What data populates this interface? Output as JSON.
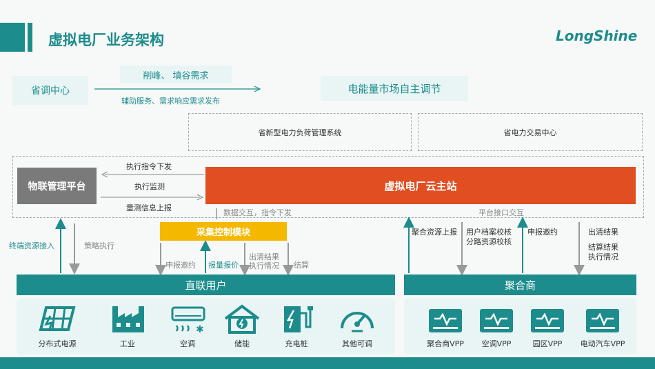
{
  "header": {
    "title": "虚拟电厂业务架构",
    "logo_text": "LongShine"
  },
  "top": {
    "province_center": "省调中心",
    "peak_label": "削峰、 填谷需求",
    "aux_label": "辅助服务、需求响应需求发布",
    "market_label": "电能量市场自主调节",
    "load_system": "省新型电力负荷管理系统",
    "trading_center": "省电力交易中心"
  },
  "mid": {
    "iot_platform": "物联管理平台",
    "cmd_issue": "执行指令下发",
    "exec_monitor": "执行监测",
    "measure_report": "量测信息上报",
    "vpp_master": "虚拟电厂云主站",
    "data_exchange": "数据交互，指令下发",
    "platform_interface": "平台接口交互"
  },
  "flows": {
    "terminal_access": "终端资源接入",
    "strategy_exec": "策略执行",
    "collect_module": "采集控制模块",
    "declare_invite_left": "申报邀约",
    "quote_price": "报量报价",
    "clear_result_left": "出清结果",
    "exec_status_left": "执行情况",
    "settlement": "结算",
    "agg_report": "聚合资源上报",
    "user_file_check": "用户档案校核",
    "branch_check": "分路资源校核",
    "declare_invite_right": "申报邀约",
    "clear_result_right": "出清结果",
    "settle_result": "结算结果",
    "exec_status_right": "执行情况"
  },
  "direct_users": {
    "title": "直联用户",
    "items": [
      {
        "label": "分布式电源",
        "icon": "solar-panel-icon"
      },
      {
        "label": "工业",
        "icon": "factory-icon"
      },
      {
        "label": "空调",
        "icon": "air-conditioner-icon"
      },
      {
        "label": "储能",
        "icon": "energy-storage-icon"
      },
      {
        "label": "充电桩",
        "icon": "charging-pile-icon"
      },
      {
        "label": "其他可调",
        "icon": "gauge-icon"
      }
    ]
  },
  "aggregators": {
    "title": "聚合商",
    "items": [
      {
        "label": "聚合商VPP",
        "icon": "server-icon"
      },
      {
        "label": "空调VPP",
        "icon": "server-icon"
      },
      {
        "label": "园区VPP",
        "icon": "server-icon"
      },
      {
        "label": "电动汽车VPP",
        "icon": "server-icon"
      }
    ]
  },
  "colors": {
    "teal": "#1d8c8c",
    "orange": "#e04e22",
    "yellow": "#f5b800",
    "gray_box": "#7a7a7a"
  }
}
